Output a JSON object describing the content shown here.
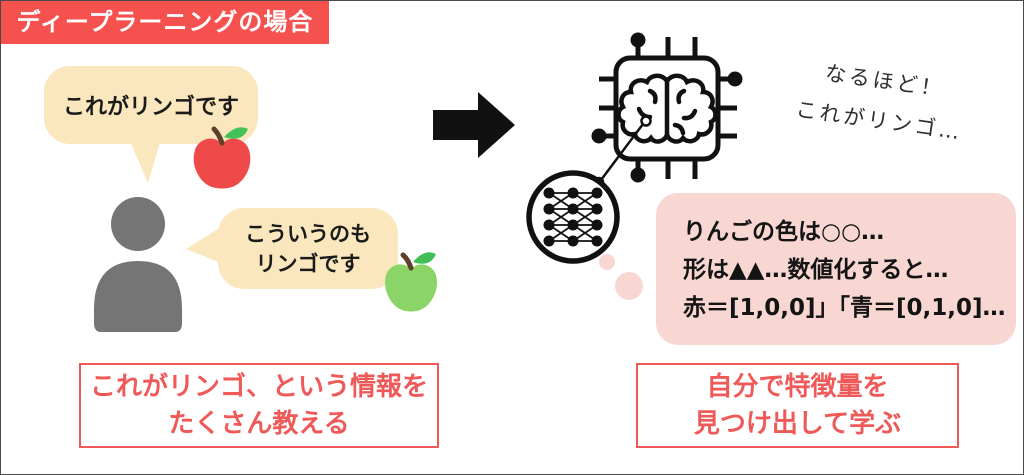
{
  "title_badge": {
    "label": "ディープラーニングの場合",
    "bg_color": "#F4514F",
    "text_color": "#ffffff"
  },
  "teaching_scene": {
    "bubble_top": {
      "text": "これがリンゴです"
    },
    "bubble_bottom": {
      "lines": [
        "こういうのも",
        "リンゴです"
      ]
    }
  },
  "learning_scene": {
    "thought_text": {
      "lines": [
        "なるほど！",
        "これがリンゴ…"
      ]
    },
    "analysis_box": {
      "lines": [
        "りんごの色は○○…",
        "形は▲▲…数値化すると…",
        "赤＝[1,0,0]」「青＝[0,1,0]…"
      ],
      "bg_color": "#F8D7D3"
    }
  },
  "captions": {
    "left": {
      "lines": [
        "これがリンゴ、という情報を",
        "たくさん教える"
      ]
    },
    "right": {
      "lines": [
        "自分で特徴量を",
        "見つけ出して学ぶ"
      ]
    },
    "accent_color": "#EF5A58"
  },
  "icons": {
    "person": "person-silhouette",
    "red_apple": "red-apple",
    "green_apple": "green-apple",
    "arrow": "right-block-arrow",
    "chip": "ai-brain-chip",
    "network": "neural-network-magnifier",
    "thought_dots": "thought-bubble-dots"
  },
  "palette": {
    "bubble_cream": "#FAE7BD",
    "person_gray": "#757575",
    "apple_red": "#EE4A4A",
    "apple_green": "#8BD568",
    "leaf_green": "#44C258",
    "ink_black": "#111111"
  }
}
